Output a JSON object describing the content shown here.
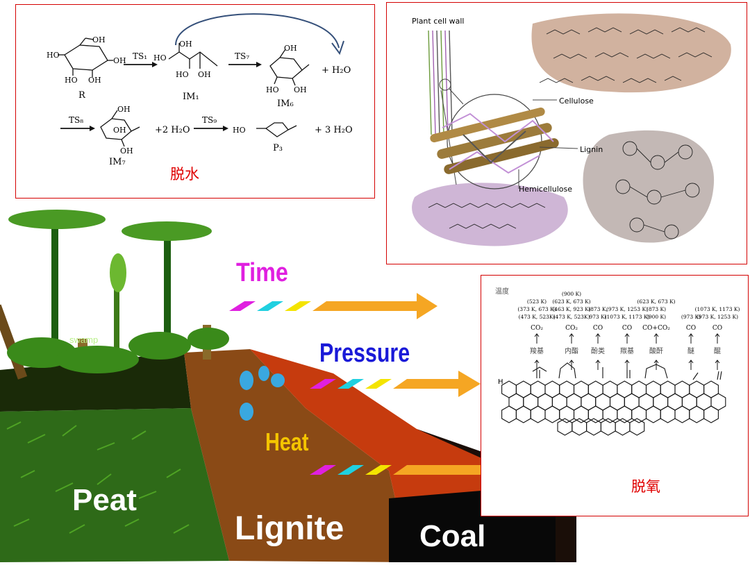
{
  "dehydration": {
    "title": "脱水",
    "reactant": "R",
    "ts1": "TS₁",
    "im1": "IM₁",
    "ts7": "TS₇",
    "im6": "IM₆",
    "water1": "+ H₂O",
    "ts8": "TS₈",
    "im7": "IM₇",
    "water2": "+2 H₂O",
    "ts9": "TS₉",
    "p3": "P₃",
    "water3": "+ 3 H₂O",
    "oh": "OH",
    "ho": "HO"
  },
  "cell_wall": {
    "plant_cell_wall": "Plant cell wall",
    "cellulose": "Cellulose",
    "lignin": "Lignin",
    "hemicellulose": "Hemicellulose",
    "colors": {
      "cellulose": "#c9a58e",
      "lignin": "#b9aca8",
      "hemicellulose": "#c7a9cf"
    }
  },
  "coal_formation": {
    "time": "Time",
    "pressure": "Pressure",
    "heat": "Heat",
    "swamp": "swamp",
    "peat": "Peat",
    "lignite": "Lignite",
    "coal": "Coal",
    "colors": {
      "time": "#e020e0",
      "pressure": "#1a1ad8",
      "heat": "#f4c400"
    }
  },
  "deoxygenation": {
    "title": "脱氧",
    "temp_label": "温度",
    "groups": [
      {
        "name": "羧基",
        "gas": "CO₂",
        "temps": [
          "(523 K)",
          "(373 K, 673 K)",
          "(473 K, 523K)"
        ]
      },
      {
        "name": "内酯",
        "gas": "CO₂",
        "temps": [
          "(900 K)",
          "(623 K, 673 K)",
          "(463 K, 923 K)",
          "(473 K, 523K)"
        ]
      },
      {
        "name": "酚类",
        "gas": "CO",
        "temps": [
          "(873 K,",
          "973 K)"
        ]
      },
      {
        "name": "羰基",
        "gas": "CO",
        "temps": [
          "(973 K, 1253 K)",
          "(1073 K, 1173 K)"
        ]
      },
      {
        "name": "酸酐",
        "gas": "CO+CO₂",
        "temps": [
          "(623 K, 673 K)",
          "(873 K)",
          "(900 K)"
        ]
      },
      {
        "name": "醚",
        "gas": "CO",
        "temps": [
          "(973 K)"
        ]
      },
      {
        "name": "醌",
        "gas": "CO",
        "temps": [
          "(1073 K, 1173 K)",
          "(973 K, 1253 K)"
        ]
      }
    ]
  }
}
